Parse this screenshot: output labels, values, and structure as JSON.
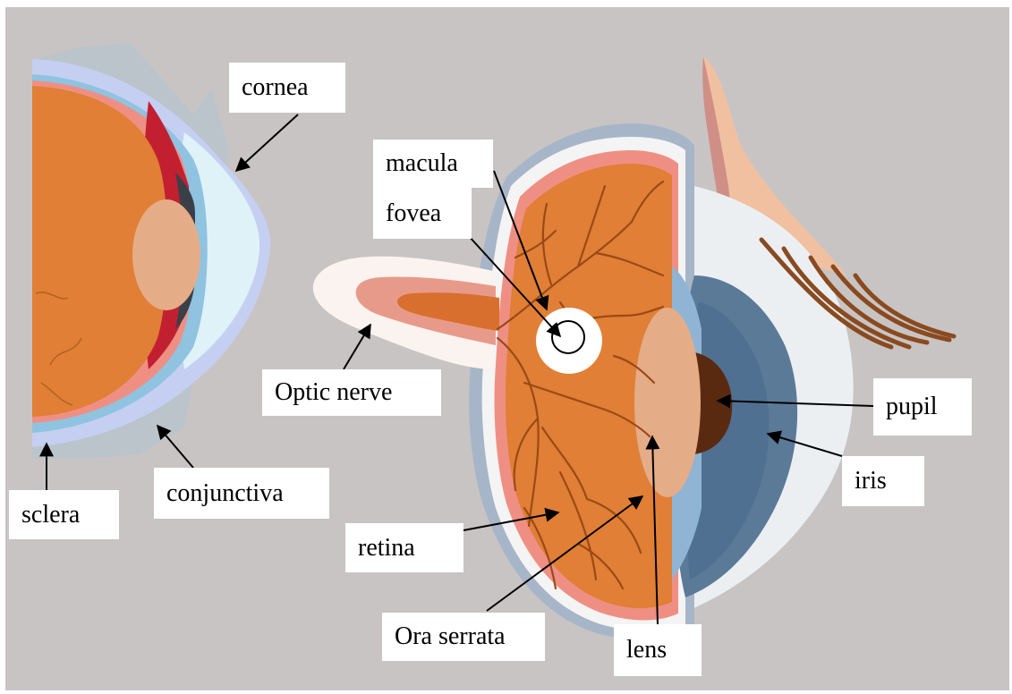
{
  "labels": {
    "cornea": "cornea",
    "macula": "macula",
    "fovea": "fovea",
    "optic_nerve": "Optic nerve",
    "pupil": "pupil",
    "iris": "iris",
    "conjunctiva": "conjunctiva",
    "sclera": "sclera",
    "retina": "retina",
    "ora_serrata": "Ora serrata",
    "lens": "lens"
  },
  "colors": {
    "background": "#c8c4c4",
    "label_box": "#ffffff",
    "eyeball_interior": "#e07f35",
    "blood_vessels": "#9a4a18",
    "sclera": "#c5cff2",
    "cornea": "#dff2f7",
    "lens": "#e5ac88",
    "iris": "#5a7a98",
    "pupil": "#5a2a10",
    "eyelid_skin": "#f0c0a0",
    "eyelash": "#8a4a20"
  }
}
